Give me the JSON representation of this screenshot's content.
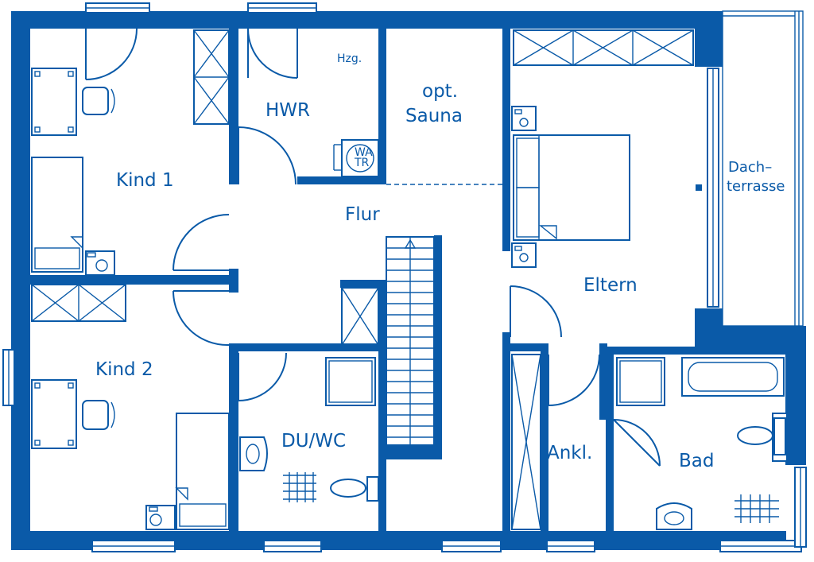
{
  "rooms": {
    "kind1": "Kind  1",
    "kind2": "Kind  2",
    "hwr": "HWR",
    "hzg": "Hzg.",
    "sauna_line1": "opt.",
    "sauna_line2": "Sauna",
    "flur": "Flur",
    "eltern": "Eltern",
    "dachterrasse_line1": "Dach–",
    "dachterrasse_line2": "terrasse",
    "duwc": "DU/WC",
    "ankl": "Ankl.",
    "bad": "Bad"
  },
  "appliances": {
    "washer_line1": "WA",
    "washer_line2": "TR"
  },
  "colors": {
    "wall": "#0a5aa8",
    "background": "#ffffff"
  }
}
